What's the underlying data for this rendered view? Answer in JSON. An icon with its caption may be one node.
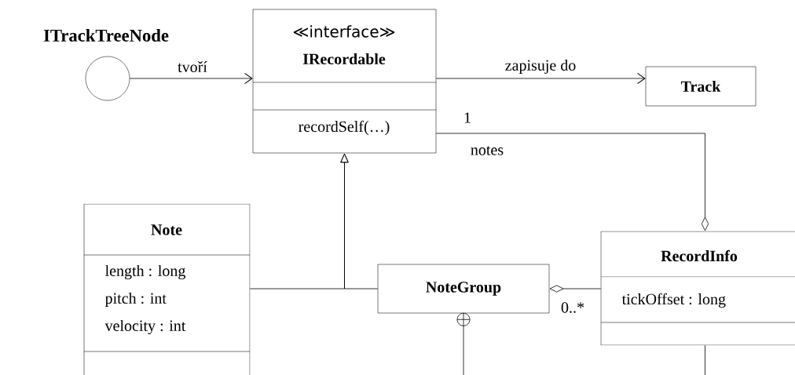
{
  "diagram": {
    "nodes": [
      {
        "text": [],
        "shape": "circle",
        "beside": [
          "ITrackTreeNode"
        ]
      },
      {
        "text": [
          "≪interface≫",
          "IRecordable",
          "recordSelf(…)"
        ]
      },
      {
        "text": [
          "Track"
        ]
      },
      {
        "text": [
          "Note",
          "length : long",
          "pitch : int",
          "velocity : int"
        ]
      },
      {
        "text": [
          "NoteGroup"
        ]
      },
      {
        "text": [
          "RecordInfo",
          "tickOffset : long"
        ]
      }
    ],
    "edges": [
      {
        "from": 0,
        "to": 1,
        "arrow": "to",
        "label": "tvoří"
      },
      {
        "from": 1,
        "to": 2,
        "arrow": "to",
        "label": "zapisuje do"
      },
      {
        "from": 1,
        "to": 5,
        "arrow": "other",
        "label": "1"
      },
      {
        "from": 3,
        "to": 1,
        "arrow": "to"
      },
      {
        "from": 4,
        "to": 1,
        "arrow": "to"
      },
      {
        "from": 4,
        "to": 5,
        "arrow": "other",
        "label": "0..*"
      },
      {
        "from": 4,
        "to": null,
        "arrow": "other"
      },
      {
        "from": 5,
        "to": null,
        "arrow": "none"
      }
    ],
    "labels": [
      "notes"
    ]
  }
}
